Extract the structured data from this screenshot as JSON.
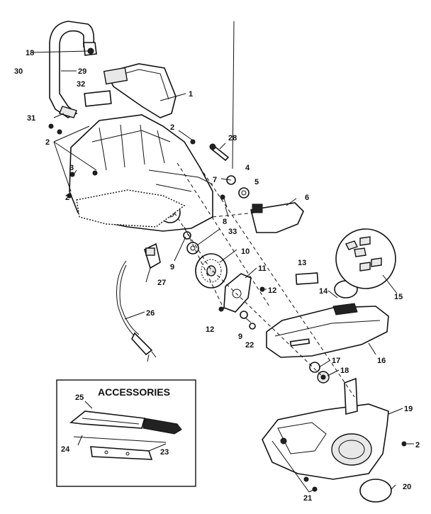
{
  "accessories": {
    "title": "ACCESSORIES"
  },
  "callouts": [
    {
      "id": "c1",
      "text": "1"
    },
    {
      "id": "c2a",
      "text": "2"
    },
    {
      "id": "c2b",
      "text": "2"
    },
    {
      "id": "c2c",
      "text": "2"
    },
    {
      "id": "c3",
      "text": "3"
    },
    {
      "id": "c4",
      "text": "4"
    },
    {
      "id": "c5",
      "text": "5"
    },
    {
      "id": "c6",
      "text": "6"
    },
    {
      "id": "c7",
      "text": "7"
    },
    {
      "id": "c8",
      "text": "8"
    },
    {
      "id": "c9a",
      "text": "9"
    },
    {
      "id": "c9b",
      "text": "9"
    },
    {
      "id": "c10",
      "text": "10"
    },
    {
      "id": "c11",
      "text": "11"
    },
    {
      "id": "c12a",
      "text": "12"
    },
    {
      "id": "c12b",
      "text": "12"
    },
    {
      "id": "c13",
      "text": "13"
    },
    {
      "id": "c14",
      "text": "14"
    },
    {
      "id": "c15",
      "text": "15"
    },
    {
      "id": "c16",
      "text": "16"
    },
    {
      "id": "c17",
      "text": "17"
    },
    {
      "id": "c18a",
      "text": "18"
    },
    {
      "id": "c18b",
      "text": "18"
    },
    {
      "id": "c19",
      "text": "19"
    },
    {
      "id": "c20",
      "text": "20"
    },
    {
      "id": "c21",
      "text": "21"
    },
    {
      "id": "c22",
      "text": "22"
    },
    {
      "id": "c23",
      "text": "23"
    },
    {
      "id": "c24",
      "text": "24"
    },
    {
      "id": "c25",
      "text": "25"
    },
    {
      "id": "c26",
      "text": "26"
    },
    {
      "id": "c27",
      "text": "27"
    },
    {
      "id": "c28",
      "text": "28"
    },
    {
      "id": "c29",
      "text": "29"
    },
    {
      "id": "c30",
      "text": "30"
    },
    {
      "id": "c31",
      "text": "31"
    },
    {
      "id": "c32",
      "text": "32"
    },
    {
      "id": "c33",
      "text": "33"
    },
    {
      "id": "c2d",
      "text": "2"
    }
  ]
}
